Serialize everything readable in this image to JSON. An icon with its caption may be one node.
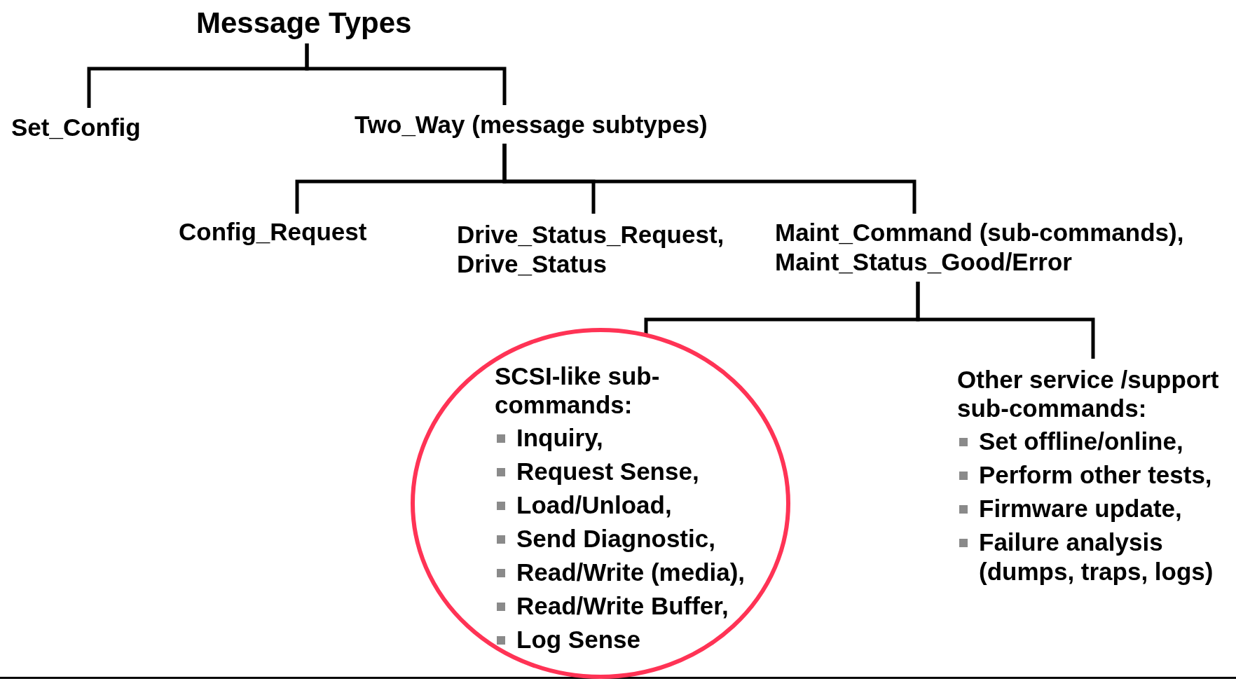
{
  "diagram": {
    "nodes": [
      {
        "text": [
          "Message Types"
        ]
      },
      {
        "text": [
          "Set_Config"
        ]
      },
      {
        "text": [
          "Two_Way (message subtypes)"
        ]
      },
      {
        "text": [
          "Config_Request"
        ]
      },
      {
        "text": [
          "Drive_Status_Request, Drive_Status"
        ]
      },
      {
        "text": [
          "Maint_Command (sub-commands), Maint_Status_Good/Error"
        ]
      },
      {
        "text": [
          "SCSI-like sub-commands:",
          "Inquiry,",
          "Request Sense,",
          "Load/Unload,",
          "Send Diagnostic,",
          "Read/Write (media),",
          "Read/Write Buffer,",
          "Log Sense"
        ]
      },
      {
        "text": [
          "Other service /support sub-commands:",
          "Set offline/online,",
          "Perform other tests,",
          "Firmware update,",
          "Failure analysis (dumps, traps, logs)"
        ]
      }
    ],
    "edges": [
      {
        "from": 0,
        "to": 1,
        "arrow": "none"
      },
      {
        "from": 0,
        "to": 2,
        "arrow": "none"
      },
      {
        "from": 2,
        "to": 3,
        "arrow": "none"
      },
      {
        "from": 2,
        "to": 4,
        "arrow": "none"
      },
      {
        "from": 2,
        "to": 5,
        "arrow": "none"
      },
      {
        "from": 5,
        "to": 6,
        "arrow": "none"
      },
      {
        "from": 5,
        "to": 7,
        "arrow": "none"
      }
    ]
  }
}
